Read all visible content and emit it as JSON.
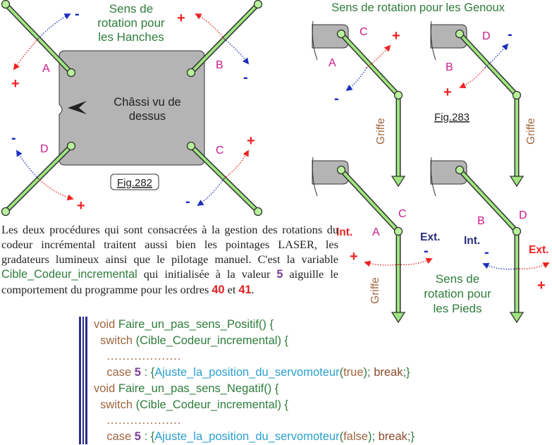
{
  "hanches": {
    "title_lines": [
      "Sens de",
      "rotation pour",
      "les Hanches"
    ],
    "chassis_lines": [
      "Châssi vu de",
      "dessus"
    ],
    "fig": "Fig.282",
    "legs": {
      "A": "A",
      "B": "B",
      "C": "C",
      "D": "D"
    },
    "plus": "+",
    "minus": "-"
  },
  "genoux": {
    "title": "Sens de rotation pour les Genoux",
    "fig": "Fig.283",
    "griffe": "Griffe",
    "legs": {
      "A": "A",
      "B": "B",
      "C": "C",
      "D": "D"
    }
  },
  "pieds": {
    "title_lines": [
      "Sens de",
      "rotation pour",
      "les Pieds"
    ],
    "griffe": "Griffe",
    "int": "Int.",
    "ext": "Ext.",
    "legs": {
      "A": "A",
      "B": "B",
      "C": "C",
      "D": "D"
    }
  },
  "paragraph": {
    "part1": "Les deux procédures qui sont consacrées à la gestion des rotations du codeur incrémental traitent aussi bien les pointages LASER, les gradateurs lumineux ainsi que le pilotage manuel. C'est la variable ",
    "var": "Cible_Codeur_incremental",
    "part2": " qui initialisée à la valeur ",
    "val5": "5",
    "part3": " aiguille le comportement du programme pour les ordres ",
    "v40": "40",
    "part4": " et ",
    "v41": "41",
    "part5": "."
  },
  "code": {
    "void": "void",
    "fn1": "Faire_un_pas_sens_Positif() {",
    "fn2": "Faire_un_pas_sens_Negatif() {",
    "switch": "switch",
    "switch_arg": "(Cible_Codeur_incremental) {",
    "dots": "...................",
    "case": "case",
    "five": "5",
    "colon": " : {",
    "call": "Ajuste_la_position_du_servomoteur",
    "open": "(",
    "true": "true",
    "false": "false",
    "close": "); ",
    "brk": "break",
    "end": ";}"
  }
}
